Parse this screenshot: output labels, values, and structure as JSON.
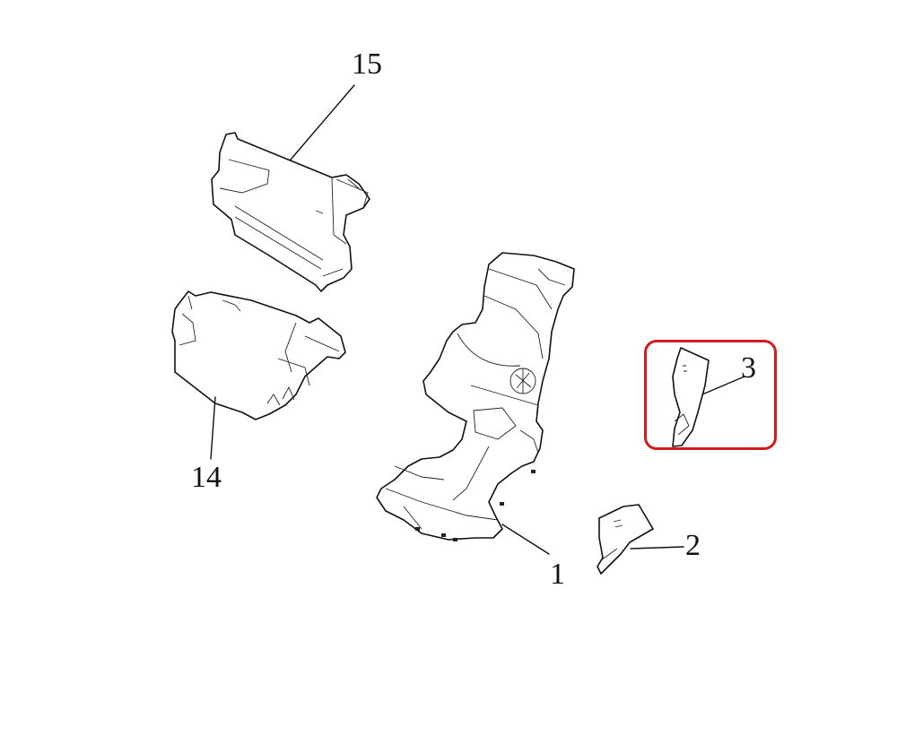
{
  "diagram": {
    "type": "exploded-parts-view",
    "background": "#ffffff",
    "highlight_color": "#d01c1f",
    "parts": [
      {
        "id": "part-15",
        "callout": "15"
      },
      {
        "id": "part-14",
        "callout": "14"
      },
      {
        "id": "part-1",
        "callout": "1"
      },
      {
        "id": "part-2",
        "callout": "2"
      },
      {
        "id": "part-3",
        "callout": "3",
        "highlighted": true
      }
    ]
  },
  "labels": {
    "l15": "15",
    "l14": "14",
    "l1": "1",
    "l2": "2",
    "l3": "3"
  }
}
